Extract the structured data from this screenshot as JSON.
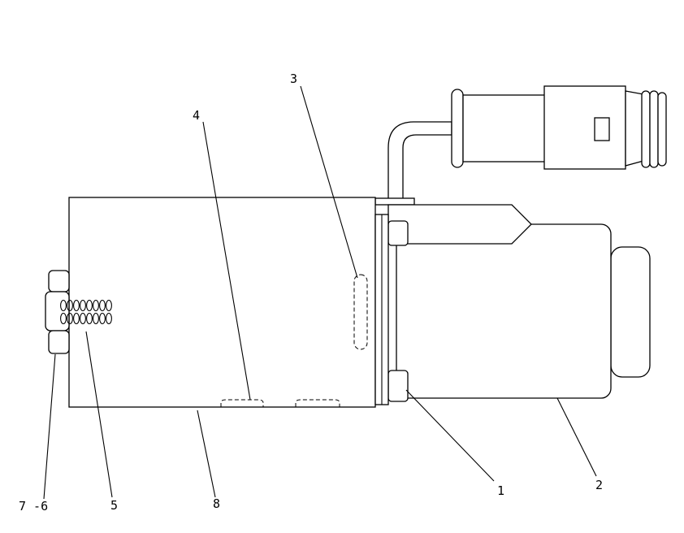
{
  "callouts": {
    "c1": "1",
    "c2": "2",
    "c3": "3",
    "c4": "4",
    "c5": "5",
    "c6": "7 -6",
    "c8": "8"
  }
}
